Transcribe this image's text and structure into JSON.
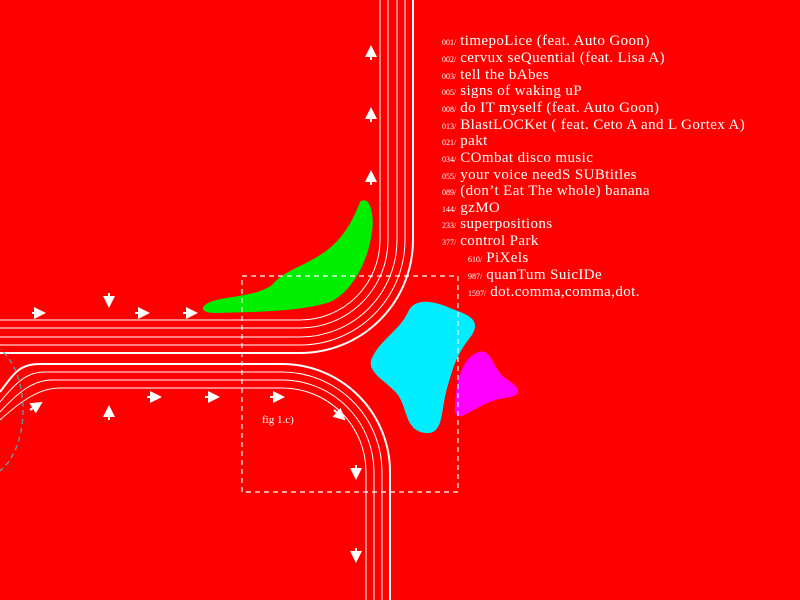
{
  "colors": {
    "background": "#ff0000",
    "green_blob": "#00ee00",
    "cyan_blob": "#00eeff",
    "magenta_blob": "#ff00ff",
    "road": "#ffffff",
    "dashed_circle": "#6a9ab0"
  },
  "figure_caption": "fig 1.c)",
  "tracks": [
    {
      "num": "001/",
      "title": "timepoLice (feat. Auto Goon)"
    },
    {
      "num": "002/",
      "title": "cervux seQuential (feat. Lisa A)"
    },
    {
      "num": "003/",
      "title": "tell the bAbes"
    },
    {
      "num": "005/",
      "title": "signs of waking uP"
    },
    {
      "num": "008/",
      "title": "do IT myself (feat. Auto Goon)"
    },
    {
      "num": "013/",
      "title": "BlastLOCKet ( feat. Ceto A and L Gortex A)"
    },
    {
      "num": "021/",
      "title": "pakt"
    },
    {
      "num": "034/",
      "title": "COmbat disco music"
    },
    {
      "num": "055/",
      "title": "your voice needS SUBtitles"
    },
    {
      "num": "089/",
      "title": "(don’t Eat The whole) banana"
    },
    {
      "num": "144/",
      "title": "gzMO"
    },
    {
      "num": "233/",
      "title": "superpositions"
    },
    {
      "num": "377/",
      "title": "control Park"
    },
    {
      "num": "610/",
      "title": "PiXels"
    },
    {
      "num": "987/",
      "title": "quanTum SuicIDe"
    },
    {
      "num": "1597/",
      "title": "dot.comma,comma,dot."
    }
  ]
}
